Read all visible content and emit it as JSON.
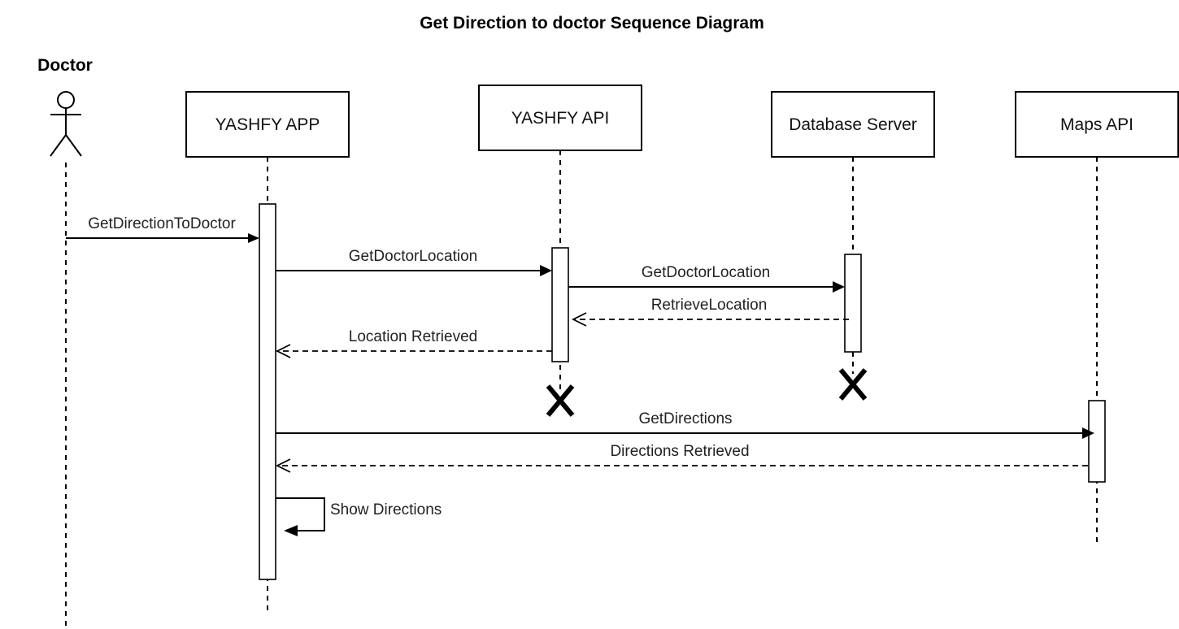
{
  "title": "Get Direction to doctor Sequence Diagram",
  "actor": {
    "name": "Doctor"
  },
  "participants": [
    {
      "id": "app",
      "label": "YASHFY APP"
    },
    {
      "id": "api",
      "label": "YASHFY API"
    },
    {
      "id": "db",
      "label": "Database Server"
    },
    {
      "id": "maps",
      "label": "Maps API"
    }
  ],
  "messages": [
    {
      "id": "m1",
      "label": "GetDirectionToDoctor",
      "from": "Doctor",
      "to": "YASHFY APP",
      "kind": "sync"
    },
    {
      "id": "m2",
      "label": "GetDoctorLocation",
      "from": "YASHFY APP",
      "to": "YASHFY API",
      "kind": "sync"
    },
    {
      "id": "m3",
      "label": "GetDoctorLocation",
      "from": "YASHFY API",
      "to": "Database Server",
      "kind": "sync"
    },
    {
      "id": "m4",
      "label": "RetrieveLocation",
      "from": "Database Server",
      "to": "YASHFY API",
      "kind": "return"
    },
    {
      "id": "m5",
      "label": "Location Retrieved",
      "from": "YASHFY API",
      "to": "YASHFY APP",
      "kind": "return"
    },
    {
      "id": "m6",
      "label": "GetDirections",
      "from": "YASHFY APP",
      "to": "Maps API",
      "kind": "sync"
    },
    {
      "id": "m7",
      "label": "Directions Retrieved",
      "from": "Maps API",
      "to": "YASHFY APP",
      "kind": "return"
    },
    {
      "id": "m8",
      "label": "Show Directions",
      "from": "YASHFY APP",
      "to": "YASHFY APP",
      "kind": "self"
    }
  ],
  "destroyed": [
    "YASHFY API",
    "Database Server"
  ]
}
